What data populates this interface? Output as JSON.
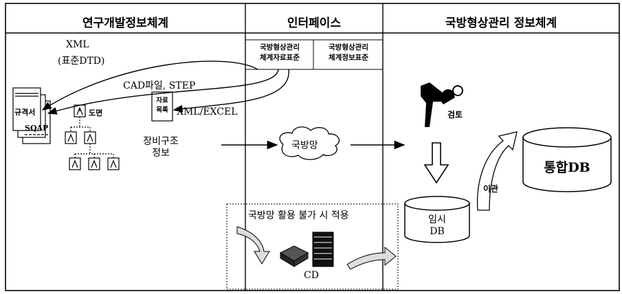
{
  "headers": {
    "left": "연구개발정보체계",
    "middle": "인터페이스",
    "right": "국방형상관리 정보체계"
  },
  "interface_boxes": {
    "data_standard": [
      "국방형상관리",
      "체계자료표준"
    ],
    "info_standard": [
      "국방형상관리",
      "체계정보표준"
    ]
  },
  "left_panel": {
    "xml_label": "XML",
    "xml_sub": "(표준DTD)",
    "cad_label": "CAD파일, STEP",
    "xml_excel_label": "XML/EXCEL",
    "spec_label": "규격서",
    "sqap_label": "SQAP",
    "drawing_label": "도면",
    "data_list_box": [
      "자료",
      "목록"
    ],
    "equipment_info": [
      "장비구조",
      "정보"
    ]
  },
  "network": {
    "cloud_label": "국방망",
    "offline_caption": "국방망 활용 불가 시 적용",
    "cd_label": "CD"
  },
  "right_panel": {
    "review_label": "검토",
    "temp_db": [
      "임시",
      "DB"
    ],
    "integrated_db": "통합DB",
    "transfer_label": "이관"
  }
}
